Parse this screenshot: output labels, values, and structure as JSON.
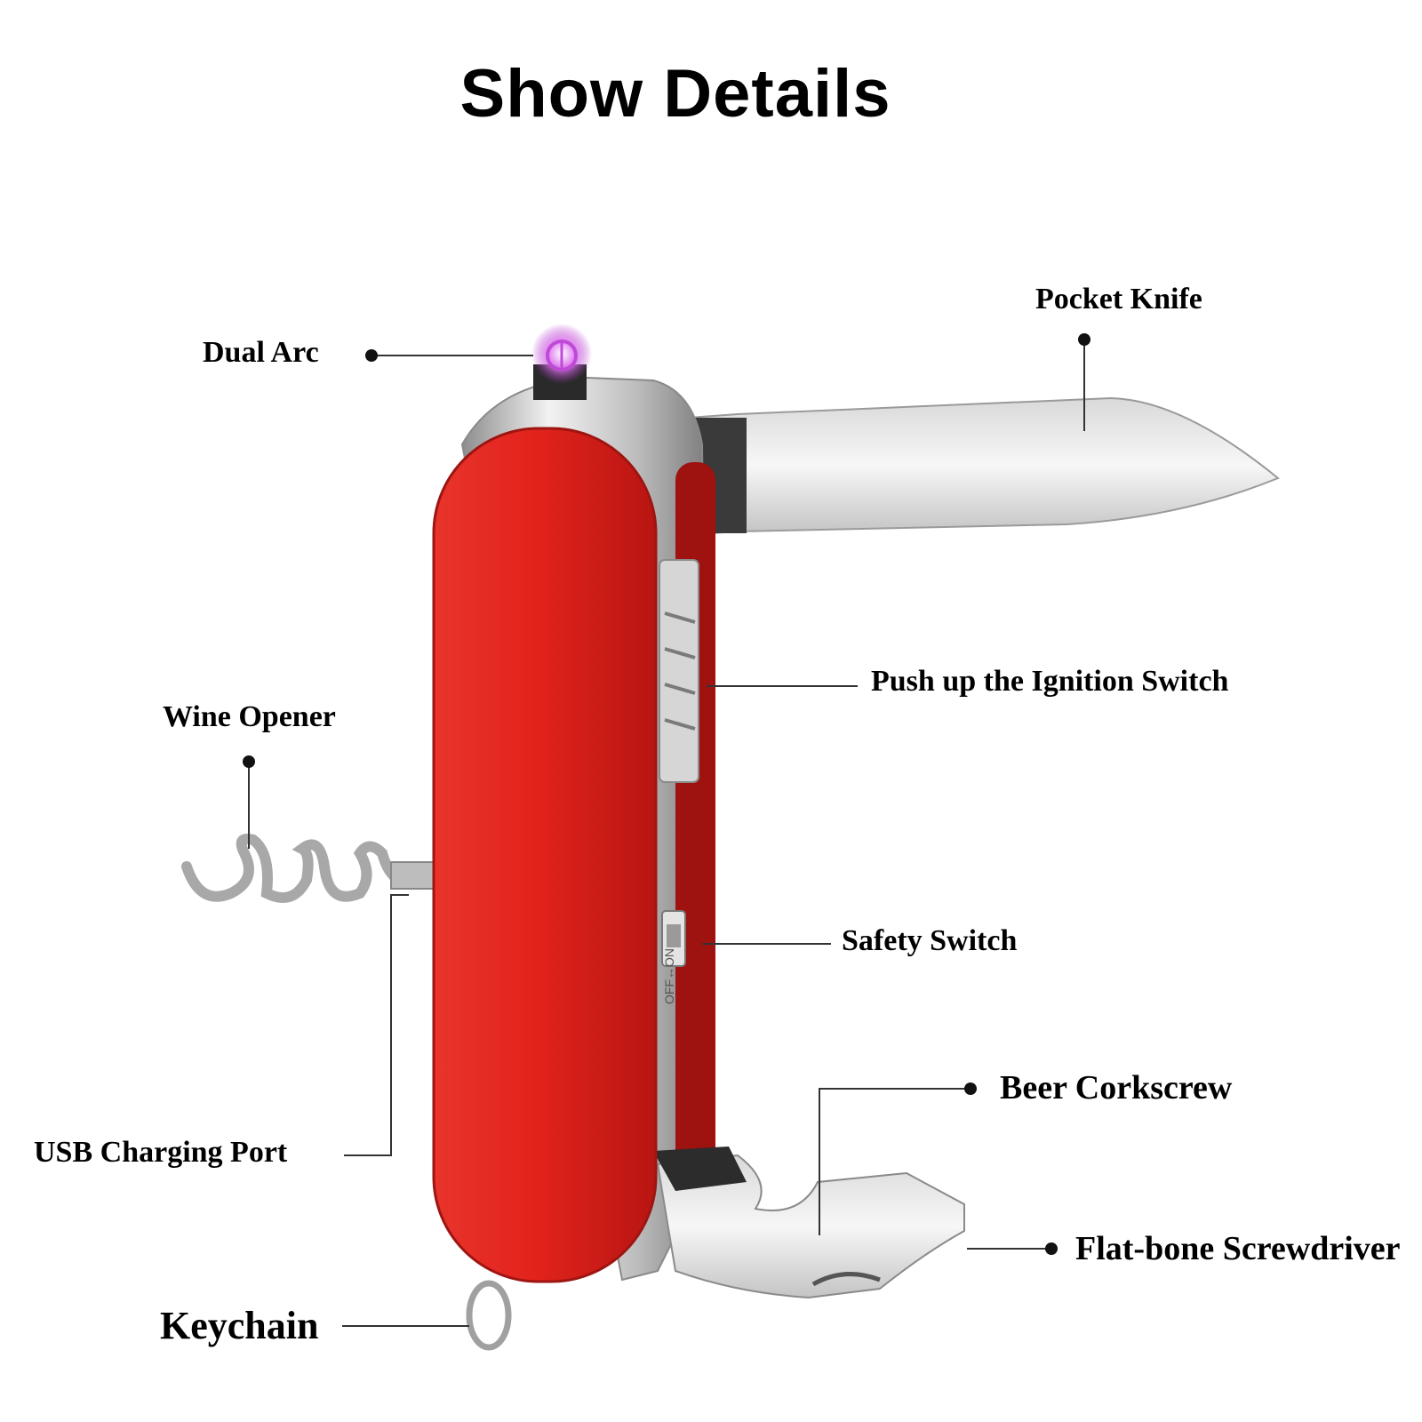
{
  "title": "Show Details",
  "labels": {
    "dual_arc": "Dual Arc",
    "pocket_knife": "Pocket Knife",
    "ignition_switch": "Push up the Ignition Switch",
    "wine_opener": "Wine Opener",
    "safety_switch": "Safety Switch",
    "beer_corkscrew": "Beer Corkscrew",
    "usb_charging_port": "USB Charging Port",
    "flat_bone_screwdriver": "Flat-bone Screwdriver",
    "keychain": "Keychain"
  },
  "switch_marking": "OFF↔ON",
  "colors": {
    "body_red": "#d8201c",
    "steel": "#c9c9c9",
    "arc_purple": "#c04ad8",
    "text": "#000000"
  }
}
